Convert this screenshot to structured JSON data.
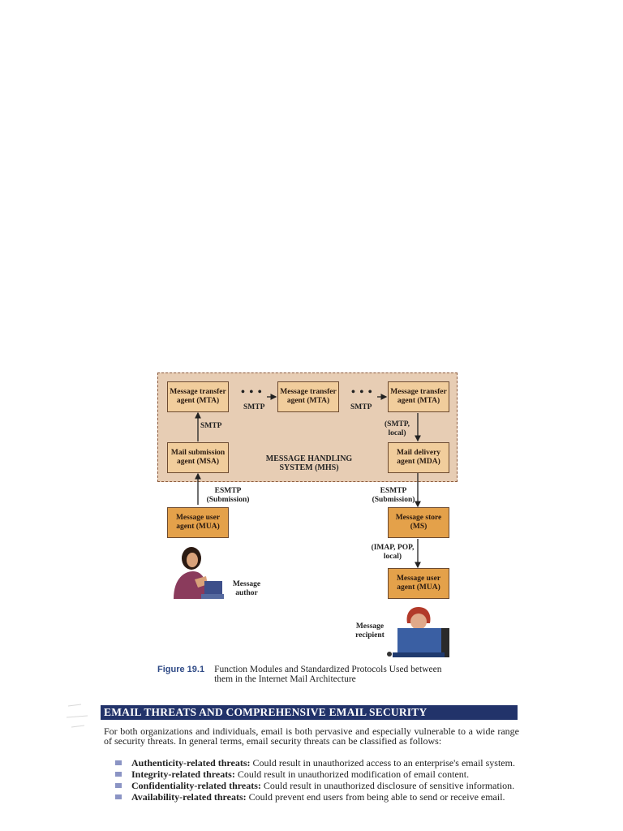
{
  "diagram": {
    "mta1": "Message transfer\nagent (MTA)",
    "mta2": "Message transfer\nagent (MTA)",
    "mta3": "Message transfer\nagent (MTA)",
    "msa": "Mail submission\nagent (MSA)",
    "mda": "Mail delivery\nagent (MDA)",
    "mhs_label": "MESSAGE HANDLING\nSYSTEM (MHS)",
    "smtp_1": "SMTP",
    "smtp_2": "SMTP",
    "smtp_up": "SMTP",
    "smtp_local": "(SMTP,\nlocal)",
    "esmtp_left": "ESMTP\n(Submission)",
    "esmtp_right": "ESMTP\n(Submission)",
    "mua_author": "Message user\nagent (MUA)",
    "ms": "Message store\n(MS)",
    "imap_pop": "(IMAP, POP,\nlocal)",
    "mua_recipient": "Message user\nagent (MUA)",
    "author_label": "Message\nauthor",
    "recipient_label": "Message\nrecipient",
    "dots": "• • •"
  },
  "caption": {
    "figure_number": "Figure 19.1",
    "text": "Function Modules and Standardized Protocols Used between them in the Internet Mail Architecture"
  },
  "section": {
    "heading": "EMAIL THREATS AND COMPREHENSIVE EMAIL SECURITY",
    "intro": "For both organizations and individuals, email is both pervasive and especially vulnerable to a wide range of security threats. In general terms, email security threats can be classified as follows:",
    "bullets": [
      {
        "term": "Authenticity-related threats:",
        "text": " Could result in unauthorized access to an enterprise's email system."
      },
      {
        "term": "Integrity-related threats:",
        "text": " Could result in unauthorized modification of email content."
      },
      {
        "term": "Confidentiality-related threats:",
        "text": " Could result in unauthorized disclosure of sensitive information."
      },
      {
        "term": "Availability-related threats:",
        "text": " Could prevent end users from being able to send or receive email."
      }
    ]
  },
  "colors": {
    "mhs_background": "#e7cdb4",
    "agent_box_light": "#f1cd9c",
    "agent_box_dark": "#e4a14a",
    "heading_bar": "#22336a",
    "figure_label": "#2f4a86",
    "bullet_marker": "#8b94c4"
  }
}
